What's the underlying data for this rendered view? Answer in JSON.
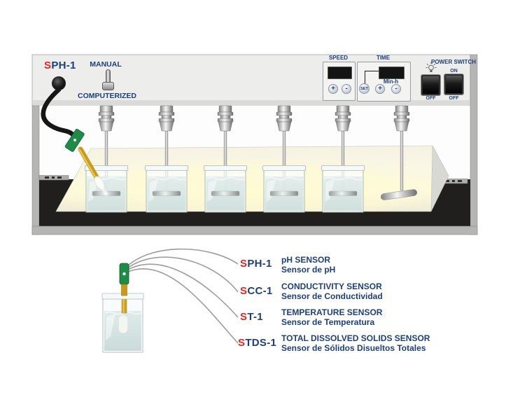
{
  "panel": {
    "device_code": {
      "prefix": "S",
      "rest": "PH-1"
    },
    "mode": {
      "top_label": "MANUAL",
      "bottom_label": "COMPUTERIZED"
    },
    "speed": {
      "label": "SPEED",
      "plus": "+",
      "minus": "-"
    },
    "time": {
      "label": "TIME",
      "unit": "Min-h",
      "set": "SET",
      "plus": "+",
      "minus": "-"
    },
    "lamp_switch": {
      "off": "OFF"
    },
    "power_switch": {
      "label": "POWER SWITCH",
      "on": "ON",
      "off": "OFF"
    }
  },
  "sensor_legend": {
    "items": [
      {
        "code_prefix": "S",
        "code_rest": "PH-1",
        "name_en": "pH SENSOR",
        "name_es": "Sensor de pH"
      },
      {
        "code_prefix": "S",
        "code_rest": "CC-1",
        "name_en": "CONDUCTIVITY SENSOR",
        "name_es": "Sensor de Conductividad"
      },
      {
        "code_prefix": "S",
        "code_rest": "T-1",
        "name_en": "TEMPERATURE SENSOR",
        "name_es": "Sensor de Temperatura"
      },
      {
        "code_prefix": "S",
        "code_rest": "TDS-1",
        "name_en": "TOTAL DISSOLVED SOLIDS SENSOR",
        "name_es": "Sensor de Sólidos Disueltos Totales"
      }
    ]
  },
  "colors": {
    "accent_red": "#E8221F",
    "navy_text": "#1D3E7D",
    "panel_bg": "#EDEDEB",
    "frame_gray": "#B5B5B3",
    "platform_glow": "#FEFBD8",
    "water": "#D6E5E3",
    "probe_green": "#1E8C46",
    "probe_yellow": "#CE9E22"
  }
}
